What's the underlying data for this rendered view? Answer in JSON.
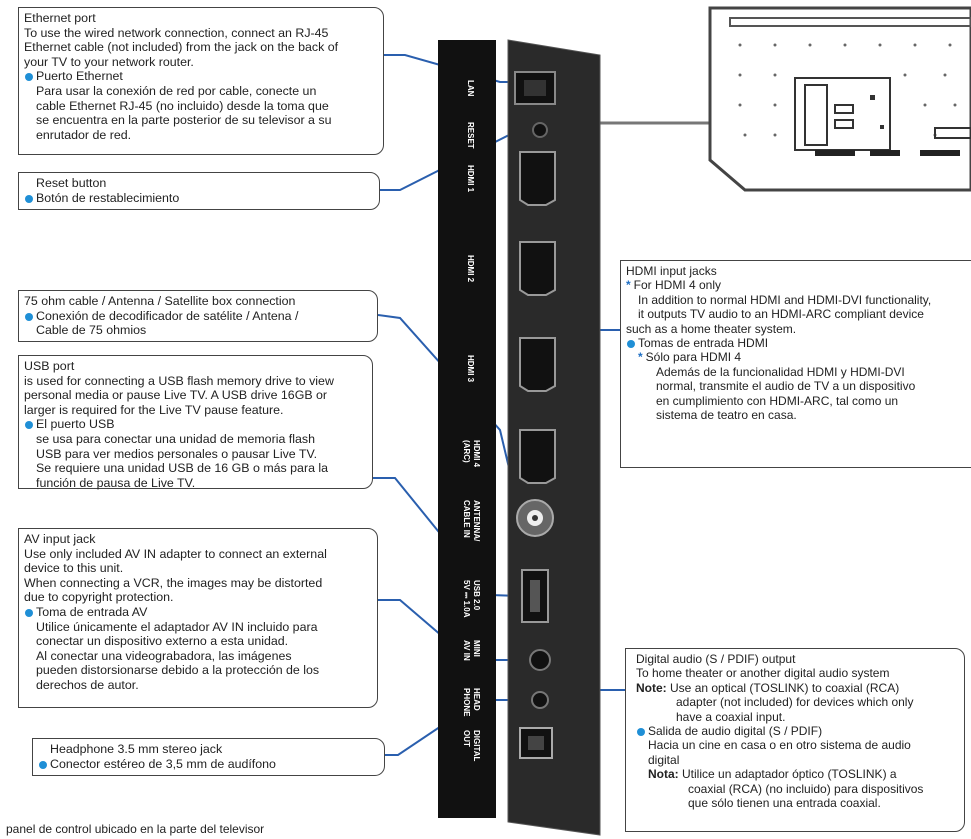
{
  "ethernet": {
    "title": "Ethernet port",
    "en1": "To use the wired network connection, connect an RJ-45",
    "en2": "Ethernet cable (not included) from the jack on the back of",
    "en3": "your TV to your network router.",
    "es_title": "Puerto Ethernet",
    "es1": "Para usar la conexión de red por cable, conecte un",
    "es2": "cable Ethernet RJ-45 (no incluido) desde la toma que",
    "es3": "se encuentra en la parte posterior de su televisor a su",
    "es4": "enrutador de red."
  },
  "reset": {
    "title": "Reset button",
    "es_title": "Botón de restablecimiento"
  },
  "antenna": {
    "title": "75 ohm cable / Antenna / Satellite box connection",
    "es1": "Conexión de decodificador de satélite / Antena /",
    "es2": "Cable de 75 ohmios"
  },
  "usb": {
    "title": "USB port",
    "en1": "is used for connecting a USB flash memory drive to view",
    "en2": "personal media or pause Live TV. A USB drive 16GB or",
    "en3": "larger is required for the Live TV pause feature.",
    "es_title": "El puerto USB",
    "es1": "se usa para conectar una unidad de memoria flash",
    "es2": "USB para ver medios personales o pausar Live TV.",
    "es3": "Se requiere una unidad USB de 16 GB o más para la",
    "es4": "función de pausa de Live TV."
  },
  "av": {
    "title": "AV input jack",
    "en1": "Use only included AV IN adapter to connect an external",
    "en2": "device to this unit.",
    "en3": "When connecting a VCR, the images may be distorted",
    "en4": "due to copyright protection.",
    "es_title": "Toma de entrada AV",
    "es1": "Utilice únicamente el adaptador AV IN incluido para",
    "es2": "conectar un dispositivo externo a esta unidad.",
    "es3": "Al conectar una videograbadora, las imágenes",
    "es4": "pueden distorsionarse debido a la protección de los",
    "es5": "derechos de autor."
  },
  "headphone": {
    "title": "Headphone 3.5 mm stereo jack",
    "es_title": "Conector estéreo de 3,5 mm de audífono"
  },
  "hdmi": {
    "title": "HDMI input jacks",
    "star": "*",
    "note_title": "For HDMI 4 only",
    "en1": "In addition to normal HDMI and HDMI-DVI functionality,",
    "en2": "it outputs TV audio to an HDMI-ARC compliant device",
    "en3": "such as a home theater system.",
    "es_title": "Tomas de entrada HDMI",
    "es_note_title": "Sólo para HDMI 4",
    "es1": "Además de la funcionalidad HDMI y HDMI-DVI",
    "es2": "normal, transmite el audio de TV a un dispositivo",
    "es3": "en cumplimiento con HDMI-ARC, tal como un",
    "es4": "sistema de teatro en casa."
  },
  "digital": {
    "title": "Digital audio (S / PDIF) output",
    "en1": "To home theater or another digital audio system",
    "note_label": "Note:",
    "note1": "Use an optical (TOSLINK) to coaxial (RCA)",
    "note2": "adapter (not included) for devices which only",
    "note3": "have a coaxial input.",
    "es_title": "Salida de audio digital (S / PDIF)",
    "es1": "Hacia un cine en casa o en otro sistema de audio",
    "es2": "digital",
    "nota_label": "Nota:",
    "nota1": "Utilice un adaptador óptico (TOSLINK) a",
    "nota2": "coaxial (RCA) (no incluido) para dispositivos",
    "nota3": "que sólo tienen una entrada coaxial."
  },
  "ports": {
    "lan": "LAN",
    "reset": "RESET",
    "hdmi1": "HDMI 1",
    "hdmi2": "HDMI 2",
    "hdmi3": "HDMI 3",
    "hdmi4": "HDMI 4",
    "hdmi4b": "(ARC)",
    "antenna": "ANTENNA/",
    "antennab": "CABLE IN",
    "usb": "USB 2.0",
    "usbb": "5V ⎓ 1.0A",
    "mini": "MINI",
    "minib": "AV IN",
    "head": "HEAD",
    "headb": "PHONE",
    "digital": "DIGITAL",
    "digitalb": "OUT"
  },
  "footer": "panel de control ubicado en la parte del televisor",
  "colors": {
    "accent": "#1f5fae",
    "bullet": "#1f8fd6"
  }
}
